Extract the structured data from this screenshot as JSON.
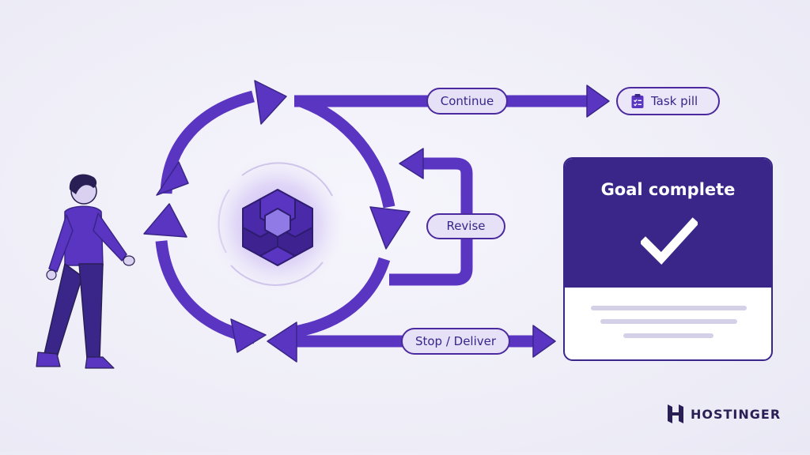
{
  "labels": {
    "continue": "Continue",
    "revise": "Revise",
    "stop_deliver": "Stop / Deliver",
    "task_pill": "Task pill"
  },
  "card": {
    "title": "Goal complete"
  },
  "brand": {
    "name": "HOSTINGER"
  },
  "colors": {
    "arrow": "#5a35c2",
    "arrow_dark": "#3a2589",
    "pill_bg": "#e6e1f6",
    "card_header": "#3a2589",
    "background": "#f1f0f8"
  },
  "icons": {
    "person": "person-walking-icon",
    "agent": "hexagon-agent-icon",
    "task": "clipboard-checklist-icon",
    "check": "checkmark-icon",
    "logo": "hostinger-logo-icon"
  }
}
